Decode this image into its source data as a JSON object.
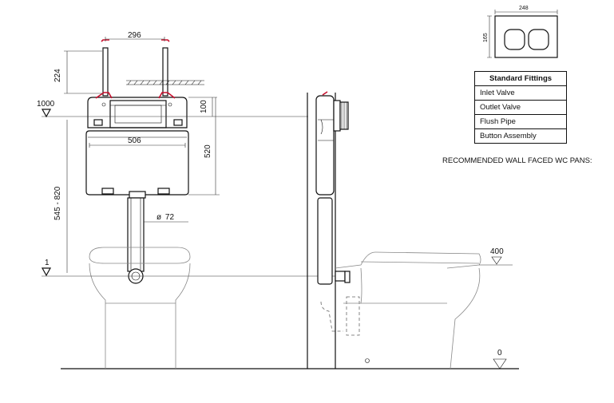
{
  "dimensions": {
    "bracket_width": "296",
    "bracket_height": "224",
    "top_level": "1000",
    "tank_offset": "100",
    "tank_width": "506",
    "tank_height": "520",
    "height_range": "545 - 820",
    "pipe_diameter": "72",
    "bottom_level": "1",
    "pan_height": "400",
    "floor_level": "0",
    "button_width": "248",
    "button_height": "165"
  },
  "diameter_symbol": "ø",
  "standard_fittings": {
    "title": "Standard Fittings",
    "items": [
      "Inlet Valve",
      "Outlet Valve",
      "Flush Pipe",
      "Button Assembly"
    ]
  },
  "recommendation": "RECOMMENDED WALL FACED WC PANS:"
}
